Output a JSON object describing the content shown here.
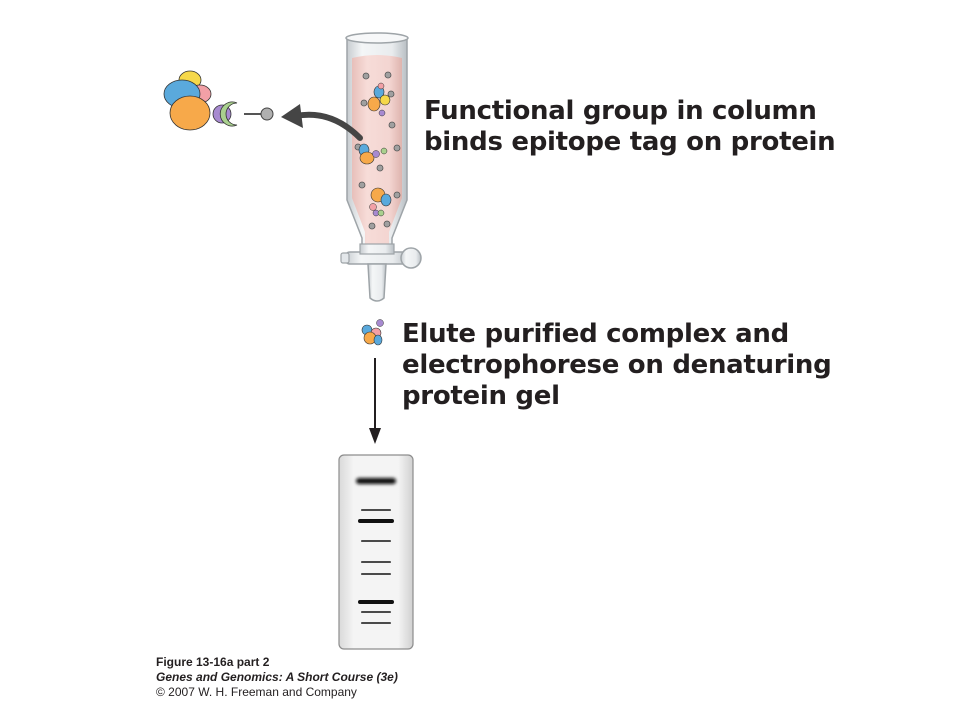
{
  "labels": {
    "column_step": [
      "Functional group in column",
      "binds epitope tag on protein"
    ],
    "elute_step": [
      "Elute purified complex and",
      "electrophorese on denaturing",
      "protein gel"
    ]
  },
  "caption": {
    "figure": "Figure 13-16a part 2",
    "book": "Genes and Genomics: A Short Course (3e)",
    "copyright": "© 2007 W. H. Freeman and Company"
  },
  "gel": {
    "bands": [
      {
        "label_position": "band-1",
        "intensity": "strong"
      },
      {
        "label_position": "band-2",
        "intensity": "faint"
      },
      {
        "label_position": "band-3",
        "intensity": "medium"
      },
      {
        "label_position": "band-4",
        "intensity": "faint"
      },
      {
        "label_position": "band-5",
        "intensity": "faint"
      },
      {
        "label_position": "band-6",
        "intensity": "faint"
      },
      {
        "label_position": "band-7",
        "intensity": "medium"
      },
      {
        "label_position": "band-8",
        "intensity": "faint"
      },
      {
        "label_position": "band-9",
        "intensity": "faint"
      }
    ]
  },
  "colors": {
    "column_fill": "#f1d3cf",
    "glass": "#e6eaec",
    "orange": "#f7a94a",
    "blue": "#5aa9dc",
    "yellow": "#f6d84a",
    "pink": "#f2a0a6",
    "purple": "#a78ad0",
    "green": "#a9d08e",
    "gray_bead": "#9a9a9a",
    "arrow": "#454545",
    "gel_fill": "#f2f2f2",
    "band": "#111111"
  }
}
